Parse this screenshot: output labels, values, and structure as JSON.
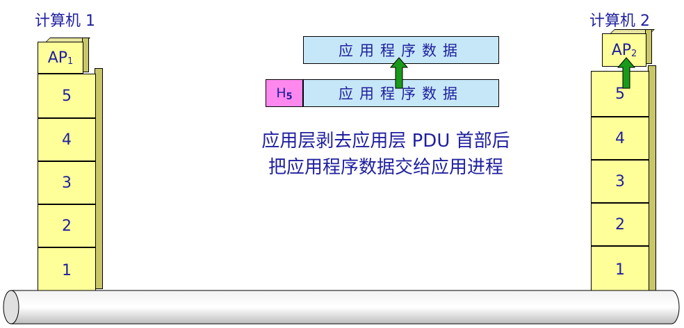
{
  "computer1": {
    "title": "计算机 1",
    "ap": {
      "label": "AP",
      "sub": "1"
    },
    "layers": [
      "5",
      "4",
      "3",
      "2",
      "1"
    ]
  },
  "computer2": {
    "title": "计算机 2",
    "ap": {
      "label": "AP",
      "sub": "2"
    },
    "layers": [
      "5",
      "4",
      "3",
      "2",
      "1"
    ]
  },
  "data_bar_top": "应用程序数据",
  "data_bar_bottom": "应用程序数据",
  "header": {
    "label": "H",
    "sub": "5"
  },
  "caption": {
    "line1": "应用层剥去应用层 PDU 首部后",
    "line2": "把应用程序数据交给应用进程"
  },
  "colors": {
    "layer_fill": "#ffff99",
    "bar_fill": "#c6e7f7",
    "header_fill": "#ff88ee",
    "arrow": "#1a9a1a",
    "text": "#1f1f9f"
  }
}
